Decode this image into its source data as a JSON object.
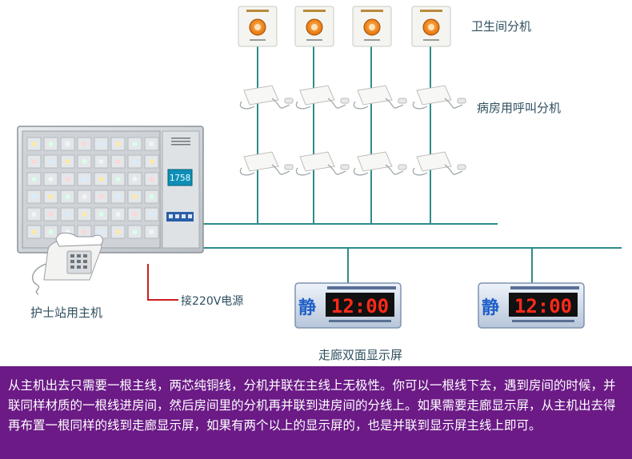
{
  "labels": {
    "bathroom_unit": "卫生间分机",
    "ward_unit": "病房用呼叫分机",
    "host": "护士站用主机",
    "power": "接220V电源",
    "corridor_display": "走廊双面显示屏"
  },
  "display": {
    "time": "12:00",
    "quiet_char": "静"
  },
  "host_screen": "1758",
  "description": "从主机出去只需要一根主线，两芯纯铜线，分机并联在主线上无极性。你可以一根线下去，遇到房间的时候，并联同样材质的一根线进房间，然后房间里的分机再并联到进房间的分线上。如果需要走廊显示屏，从主机出去得再布置一根同样的线到走廊显示屏，如果有两个以上的显示屏的，也是并联到显示屏主线上即可。",
  "colors": {
    "wire": "#2e8b8b",
    "power_wire": "#cc1f1f",
    "band": "#6b1a86",
    "led_red": "#ff2a1a",
    "orange_button": "#f07a10"
  }
}
